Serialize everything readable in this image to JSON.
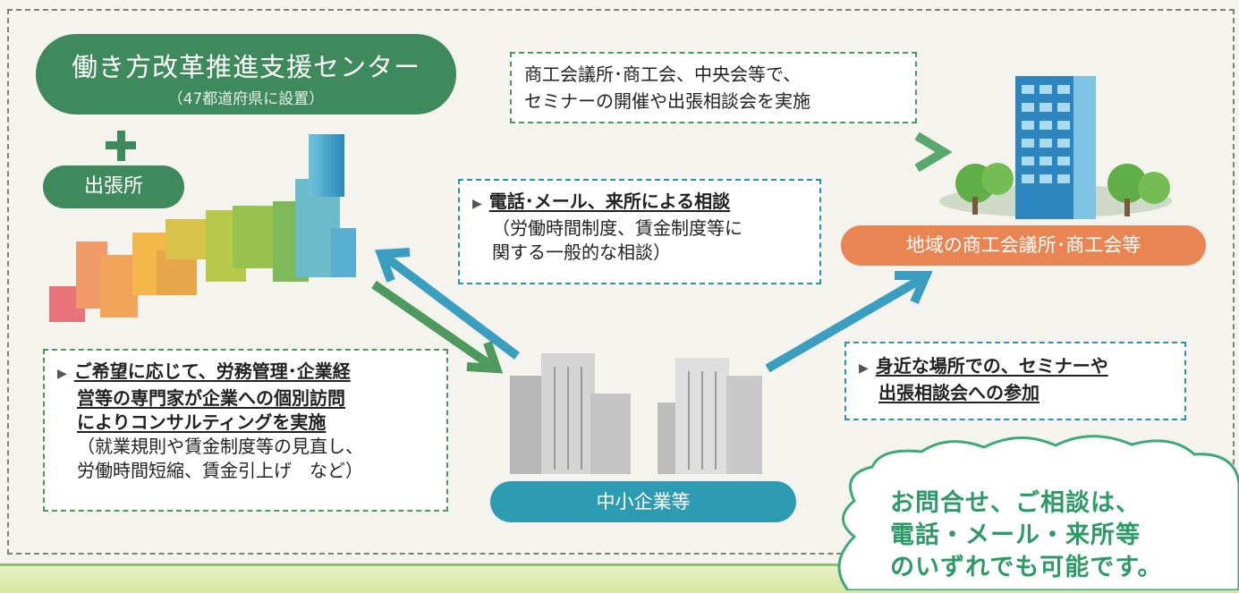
{
  "support_center": {
    "title": "働き方改革推進支援センター",
    "subtitle": "（47都道府県に設置）"
  },
  "branch_office": "出張所",
  "chamber": "地域の商工会議所･商工会等",
  "sme": "中小企業等",
  "seminar_host_box": {
    "line1": "商工会議所･商工会、中央会等で、",
    "line2": "セミナーの開催や出張相談会を実施"
  },
  "consultation_box": {
    "heading": "電話･メール、来所による相談",
    "detail1": "（労働時間制度、賃金制度等に",
    "detail2": "関する一般的な相談）"
  },
  "visit_box": {
    "heading1": "ご希望に応じて、労務管理･企業経",
    "heading2": "営等の専門家が企業への個別訪問",
    "heading3": "によりコンサルティングを実施",
    "detail1": "（就業規則や賃金制度等の見直し、",
    "detail2": "労働時間短縮、賃金引上げ　など）"
  },
  "seminar_box": {
    "heading1": "身近な場所での、セミナーや",
    "heading2": "出張相談会への参加"
  },
  "contact_cloud": {
    "line1": "お問合せ、ご相談は、",
    "line2": "電話・メール・来所等",
    "line3": "のいずれでも可能です。"
  },
  "colors": {
    "center_green": "#3f8a5c",
    "chamber_orange": "#e98552",
    "sme_teal": "#2d9bb2",
    "cloud_green": "#2e9a68"
  }
}
